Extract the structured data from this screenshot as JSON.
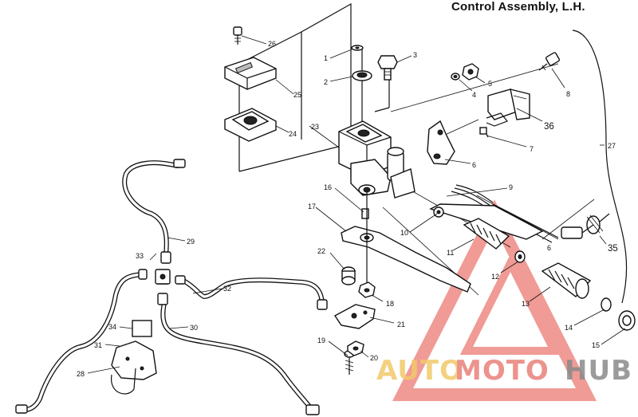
{
  "title": "Control Assembly, L.H.",
  "callouts": {
    "c1": "1",
    "c2": "2",
    "c3": "3",
    "c4": "4",
    "c5": "5",
    "c6": "6",
    "c6b": "6",
    "c7": "7",
    "c8": "8",
    "c9": "9",
    "c10": "10",
    "c11": "11",
    "c12": "12",
    "c13": "13",
    "c14": "14",
    "c15": "15",
    "c16": "16",
    "c17": "17",
    "c18": "18",
    "c19": "19",
    "c20": "20",
    "c21": "21",
    "c22": "22",
    "c23": "23",
    "c24": "24",
    "c25": "25",
    "c26": "26",
    "c27": "27",
    "c28": "28",
    "c29": "29",
    "c30": "30",
    "c31": "31",
    "c32": "32",
    "c33": "33",
    "c34": "34",
    "c35": "35",
    "c36": "36"
  },
  "watermark": {
    "part1": "AUTO",
    "part2": "MOTO",
    "part3": "HUB",
    "colors": {
      "auto": "#f2c96b",
      "moto": "#e9817a",
      "hub": "#8a8a8a",
      "logo": "#ee8a84"
    }
  }
}
